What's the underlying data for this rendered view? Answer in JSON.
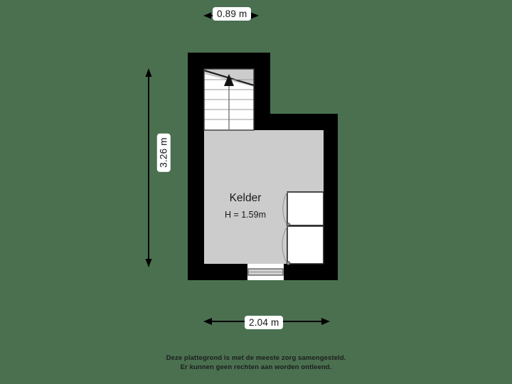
{
  "background_color": "#4a7050",
  "wall_color": "#000000",
  "floor_color": "#cccccc",
  "fixture_color": "#ffffff",
  "dimensions": {
    "top": {
      "label": "0.89 m",
      "axis": "horizontal",
      "name": "stair-width"
    },
    "left": {
      "label": "3.26 m",
      "axis": "vertical",
      "name": "room-depth"
    },
    "bottom": {
      "label": "2.04 m",
      "axis": "horizontal",
      "name": "room-width"
    }
  },
  "room": {
    "name": "Kelder",
    "height_label": "H = 1.59m"
  },
  "features": {
    "staircase": {
      "name": "staircase",
      "treads": 6,
      "direction": "up"
    },
    "cabinet_upper": {
      "name": "cabinet-upper"
    },
    "cabinet_lower": {
      "name": "cabinet-lower"
    },
    "window": {
      "name": "window-bottom-wall"
    }
  },
  "footer": {
    "line1": "Deze plattegrond is met de meeste zorg samengesteld.",
    "line2": "Er kunnen geen rechten aan worden ontleend."
  }
}
